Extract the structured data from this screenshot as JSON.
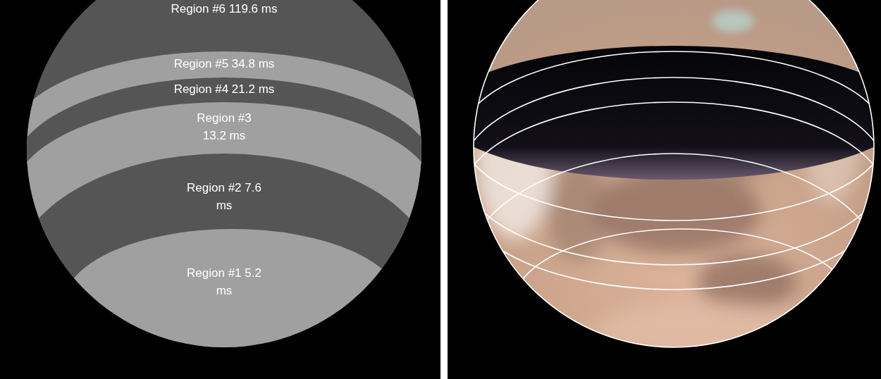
{
  "diagram": {
    "nodes": [
      {
        "text": [
          "Region #6 119.6 ms"
        ]
      },
      {
        "text": [
          "Region #5 34.8 ms"
        ]
      },
      {
        "text": [
          "Region #4 21.2 ms"
        ]
      },
      {
        "text": [
          "Region #3 13.2 ms"
        ]
      },
      {
        "text": [
          "Region #2 7.6 ms"
        ]
      },
      {
        "text": [
          "Region #1 5.2 ms"
        ]
      }
    ]
  }
}
